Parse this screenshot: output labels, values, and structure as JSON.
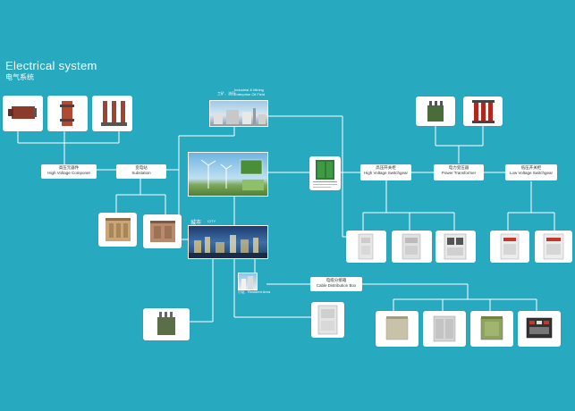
{
  "title": {
    "en": "Electrical system",
    "cn": "电气系统"
  },
  "labels": {
    "hv_component": {
      "cn": "高压元器件",
      "en": "High Voltage Componet"
    },
    "substation": {
      "cn": "变电站",
      "en": "Substation"
    },
    "hv_switchgear": {
      "cn": "高压开关柜",
      "en": "High Voltage Switchgear"
    },
    "power_transformer": {
      "cn": "电力变压器",
      "en": "Power Transformer"
    },
    "lv_switchgear": {
      "cn": "低压开关柜",
      "en": "Low Voltage Switchgear"
    },
    "cable_box": {
      "cn": "电缆分接箱",
      "en": "Cable Distribution Box"
    }
  },
  "captions": {
    "industrial_cn": "工矿、油田",
    "industrial_en": "Industrial & Mining Enterprise Oil Field",
    "city_cn": "城市",
    "city_en": "CITY",
    "resident_cn": "小区",
    "resident_en": "Resident Area"
  },
  "colors": {
    "background": "#27a9c0",
    "line": "#ffffff",
    "card": "#ffffff"
  }
}
